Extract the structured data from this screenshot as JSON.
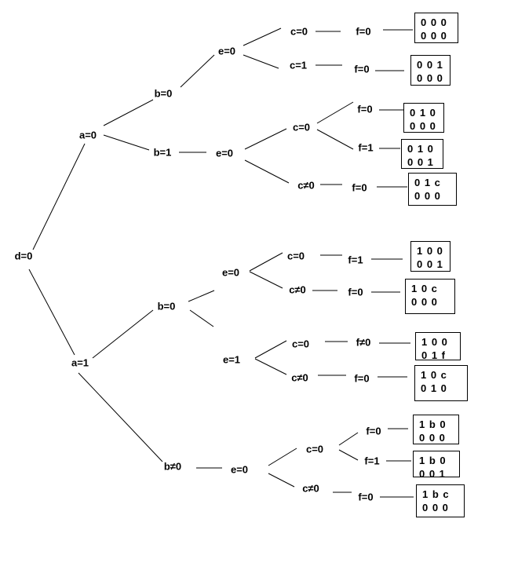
{
  "nodes": {
    "d0": "d=0",
    "a0": "a=0",
    "a1": "a=1",
    "a0_b0": "b=0",
    "a0_b1": "b=1",
    "a0_b0_e0": "e=0",
    "a0_b1_e0": "e=0",
    "a0_b0_e0_c0": "c=0",
    "a0_b0_e0_c1": "c=1",
    "a0_b0_e0_c0_f0": "f=0",
    "a0_b0_e0_c1_f0": "f=0",
    "a0_b1_e0_c0": "c=0",
    "a0_b1_e0_cn0": "c≠0",
    "a0_b1_e0_c0_f0": "f=0",
    "a0_b1_e0_c0_f1": "f=1",
    "a0_b1_e0_cn0_f0": "f=0",
    "a1_b0": "b=0",
    "a1_bn0": "b≠0",
    "a1_b0_e0": "e=0",
    "a1_b0_e1": "e=1",
    "a1_b0_e0_c0": "c=0",
    "a1_b0_e0_cn0": "c≠0",
    "a1_b0_e0_c0_f1": "f=1",
    "a1_b0_e0_cn0_f0": "f=0",
    "a1_b0_e1_c0": "c=0",
    "a1_b0_e1_cn0": "c≠0",
    "a1_b0_e1_c0_fn0": "f≠0",
    "a1_b0_e1_cn0_f0": "f=0",
    "a1_bn0_e0": "e=0",
    "a1_bn0_e0_c0": "c=0",
    "a1_bn0_e0_cn0": "c≠0",
    "a1_bn0_e0_c0_f0": "f=0",
    "a1_bn0_e0_c0_f1": "f=1",
    "a1_bn0_e0_cn0_f0": "f=0"
  },
  "matrices": {
    "m1": [
      "0 0 0",
      "0 0 0"
    ],
    "m2": [
      "0 0 1",
      "0 0 0"
    ],
    "m3": [
      "0 1 0",
      "0 0 0"
    ],
    "m4": [
      "0 1 0",
      "0 0 1"
    ],
    "m5": [
      "0 1 c",
      "0 0 0"
    ],
    "m6": [
      "1 0 0",
      "0 0 1"
    ],
    "m7": [
      "1 0 c",
      "0 0 0"
    ],
    "m8": [
      "1 0 0",
      "0 1 f"
    ],
    "m9": [
      "1 0 c",
      "0 1 0"
    ],
    "m10": [
      "1 b 0",
      "0 0 0"
    ],
    "m11": [
      "1 b 0",
      "0 0 1"
    ],
    "m12": [
      "1 b c",
      "0 0 0"
    ]
  }
}
